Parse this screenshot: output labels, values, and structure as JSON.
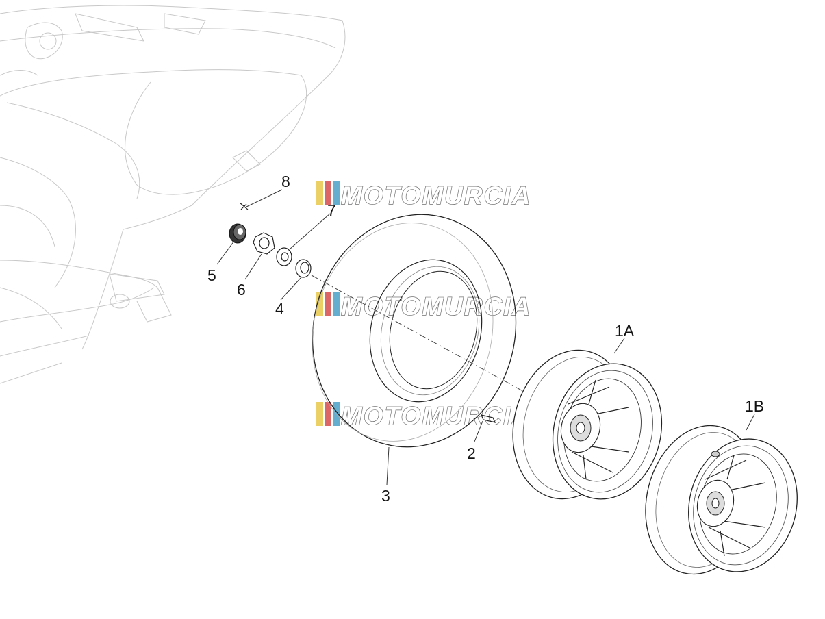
{
  "watermark": {
    "text": "MOTOMURCIA",
    "stripe_colors": [
      "#e6c84a",
      "#d64b4b",
      "#4aa0c8"
    ]
  },
  "callouts": [
    {
      "id": "label-8",
      "text": "8"
    },
    {
      "id": "label-7",
      "text": "7"
    },
    {
      "id": "label-5",
      "text": "5"
    },
    {
      "id": "label-6",
      "text": "6"
    },
    {
      "id": "label-4",
      "text": "4"
    },
    {
      "id": "label-3",
      "text": "3"
    },
    {
      "id": "label-2",
      "text": "2"
    },
    {
      "id": "label-1A",
      "text": "1A"
    },
    {
      "id": "label-1B",
      "text": "1B"
    }
  ]
}
